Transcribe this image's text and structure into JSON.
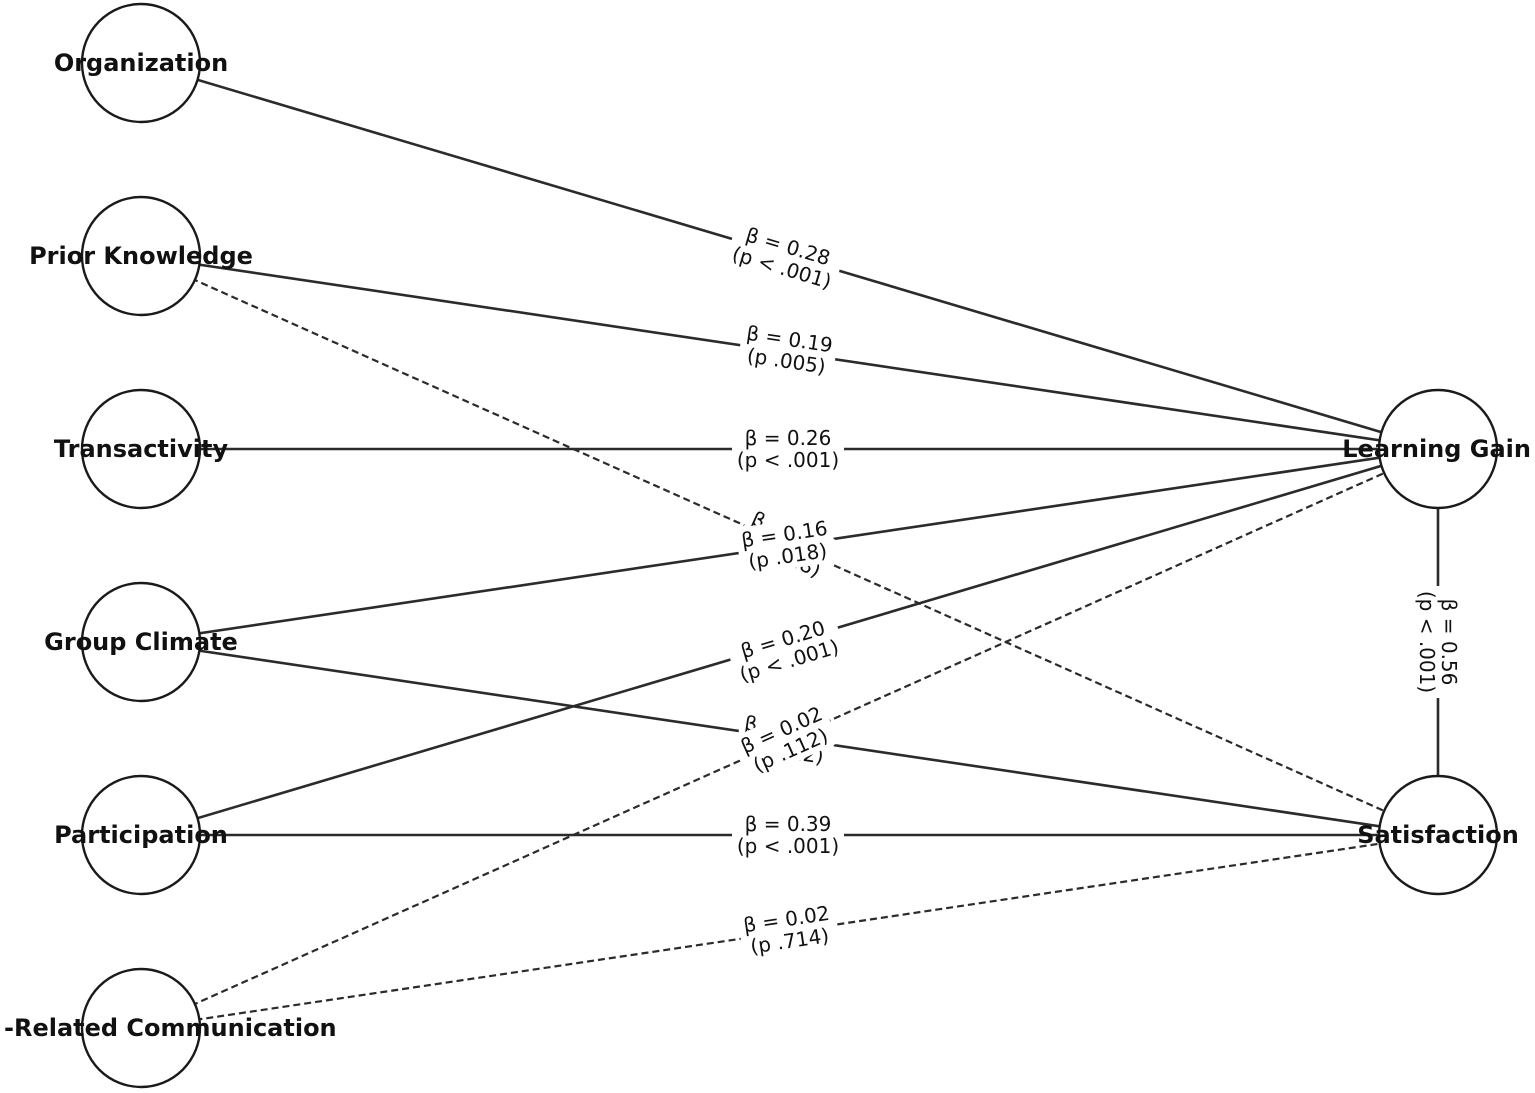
{
  "nodes": [
    {
      "id": "organization",
      "label": "Organization"
    },
    {
      "id": "prior_knowledge",
      "label": "Prior Knowledge"
    },
    {
      "id": "transactivity",
      "label": "Transactivity"
    },
    {
      "id": "group_climate",
      "label": "Group Climate"
    },
    {
      "id": "participation",
      "label": "Participation"
    },
    {
      "id": "task_comm",
      "label": "-Related Communication"
    },
    {
      "id": "learning_gain",
      "label": "Learning Gain"
    },
    {
      "id": "satisfaction",
      "label": "Satisfaction"
    }
  ],
  "edges": [
    {
      "from": "organization",
      "to": "learning_gain",
      "beta": "β = 0.28",
      "p": "(p < .001)",
      "significant": true
    },
    {
      "from": "prior_knowledge",
      "to": "learning_gain",
      "beta": "β = 0.19",
      "p": "(p .005)",
      "significant": true
    },
    {
      "from": "prior_knowledge",
      "to": "satisfaction",
      "beta": "β = 0.16",
      "p": "(p .018)",
      "significant": false
    },
    {
      "from": "transactivity",
      "to": "learning_gain",
      "beta": "β = 0.26",
      "p": "(p < .001)",
      "significant": true
    },
    {
      "from": "group_climate",
      "to": "learning_gain",
      "beta": "β = 0.16",
      "p": "(p .018)",
      "significant": true
    },
    {
      "from": "group_climate",
      "to": "satisfaction",
      "beta": "β = 0.02",
      "p": "(p .112)",
      "significant": true
    },
    {
      "from": "participation",
      "to": "learning_gain",
      "beta": "β = 0.20",
      "p": "(p < .001)",
      "significant": true
    },
    {
      "from": "participation",
      "to": "satisfaction",
      "beta": "β = 0.39",
      "p": "(p < .001)",
      "significant": true
    },
    {
      "from": "task_comm",
      "to": "learning_gain",
      "beta": "β = 0.02",
      "p": "(p .112)",
      "significant": false
    },
    {
      "from": "task_comm",
      "to": "satisfaction",
      "beta": "β = 0.02",
      "p": "(p .714)",
      "significant": false
    },
    {
      "from": "learning_gain",
      "to": "satisfaction",
      "beta": "β = 0.56",
      "p": "(p < .001)",
      "significant": true
    }
  ]
}
